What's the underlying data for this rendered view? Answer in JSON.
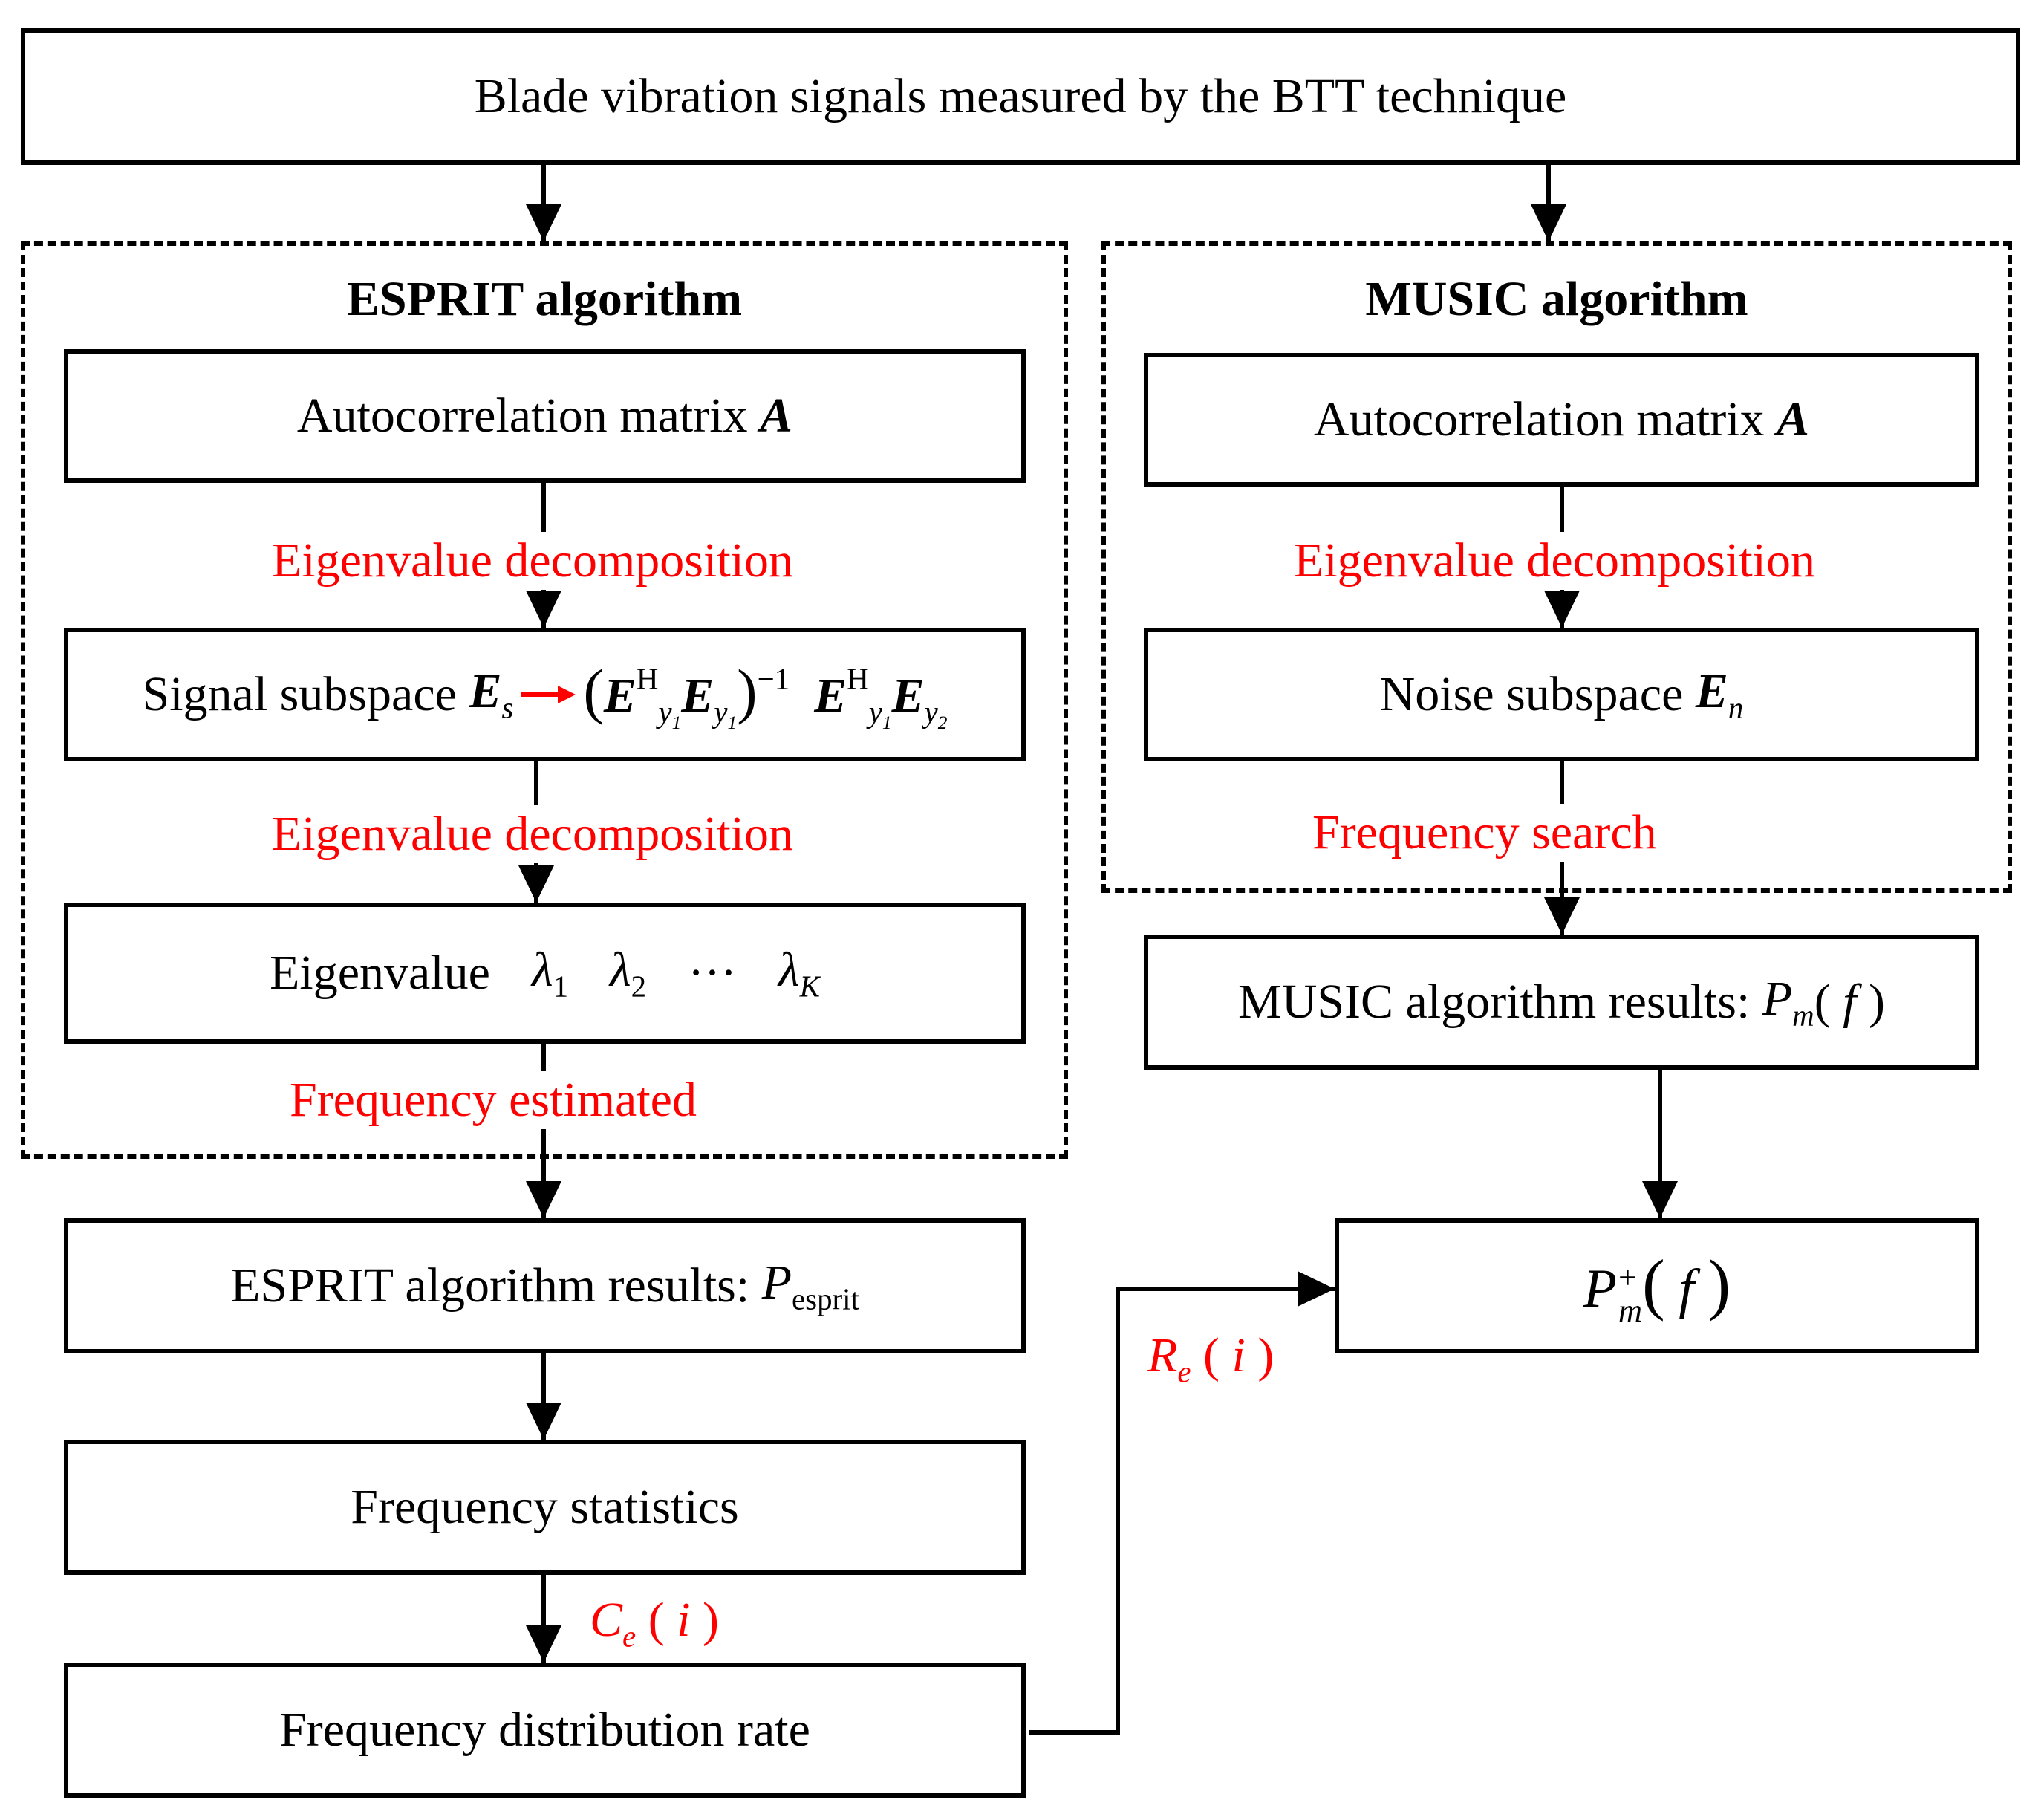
{
  "top_box": {
    "text": "Blade vibration signals measured by the BTT technique"
  },
  "esprit": {
    "title": "ESPRIT algorithm",
    "autocorr_text": "Autocorrelation matrix",
    "autocorr_symbol": "A",
    "edge1_label": "Eigenvalue  decomposition",
    "signal_subspace_text": "Signal subspace",
    "signal_subspace_symbol": "E",
    "signal_subspace_sub": "s",
    "edge2_label": "Eigenvalue  decomposition",
    "eigenvalue_text": "Eigenvalue",
    "lambda1": "λ",
    "lambda1_sub": "1",
    "lambda2": "λ",
    "lambda2_sub": "2",
    "ellipsis": "···",
    "lambdaK": "λ",
    "lambdaK_sub": "K",
    "edge3_label": "Frequency   estimated",
    "results_text": "ESPRIT algorithm results:",
    "results_symbol": "P",
    "results_sub": "esprit",
    "stats_text": "Frequency  statistics",
    "ce_symbol": "C",
    "ce_sub": "e",
    "ce_arg": "i",
    "dist_text": "Frequency  distribution rate",
    "re_symbol": "R",
    "re_sub": "e",
    "re_arg": "i"
  },
  "music": {
    "title": "MUSIC  algorithm",
    "autocorr_text": "Autocorrelation matrix",
    "autocorr_symbol": "A",
    "edge1_label": "Eigenvalue  decomposition",
    "noise_text": "Noise subspace",
    "noise_symbol": "E",
    "noise_sub": "n",
    "edge2_label": "Frequency  search",
    "results_text": "MUSIC  algorithm results:",
    "results_symbol": "P",
    "results_sub": "m",
    "results_arg": "f",
    "final_symbol": "P",
    "final_sub": "m",
    "final_sup": "+",
    "final_arg": "f"
  },
  "formula": {
    "E": "E",
    "H": "H",
    "inv": "−1",
    "y": "y",
    "one": "1",
    "two": "2"
  },
  "colors": {
    "edge_label": "#ff0000",
    "line": "#000000",
    "inline_arrow": "#ff0000"
  }
}
